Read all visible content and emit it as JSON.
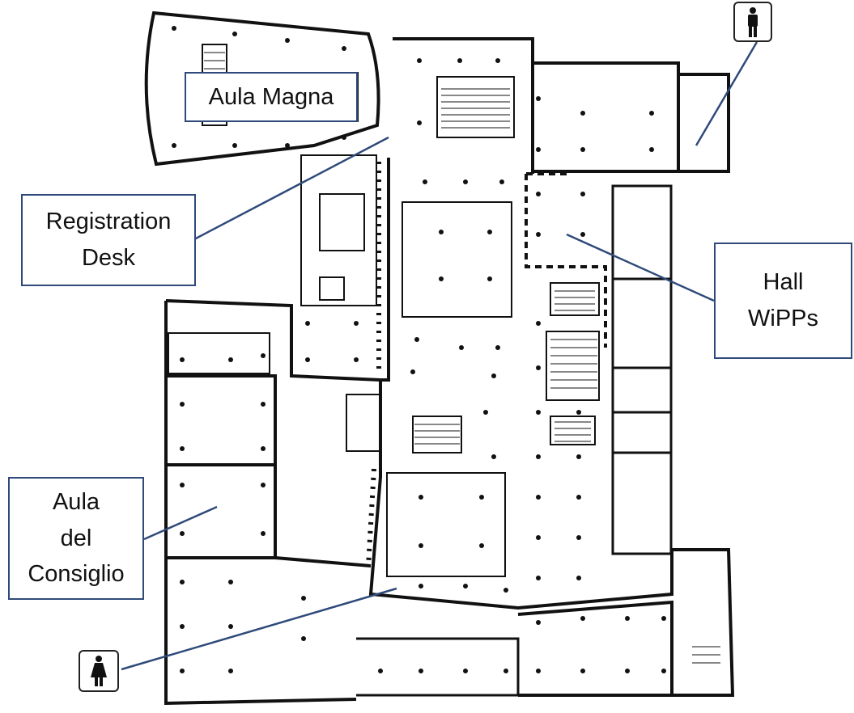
{
  "map": {
    "labels": {
      "aula_magna": "Aula Magna",
      "registration": [
        "Registration",
        "Desk"
      ],
      "hall": [
        "Hall",
        "WiPPs"
      ],
      "aula_consiglio": [
        "Aula",
        "del",
        "Consiglio"
      ]
    },
    "icons": {
      "restroom_men": "man-restroom-icon",
      "restroom_women": "woman-restroom-icon"
    },
    "colors": {
      "callout": "#2f4a7a",
      "walls": "#111111",
      "background": "#ffffff"
    }
  }
}
